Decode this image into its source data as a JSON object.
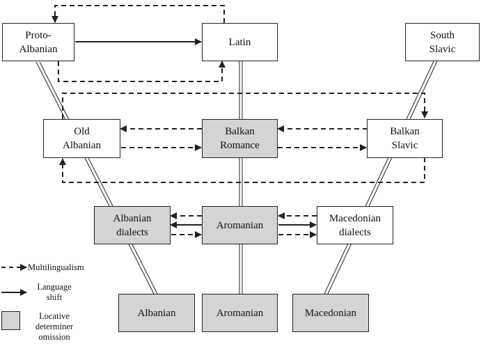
{
  "nodes": {
    "proto_albanian": {
      "label": "Proto-\nAlbanian",
      "shaded": false
    },
    "latin": {
      "label": "Latin",
      "shaded": false
    },
    "south_slavic": {
      "label": "South\nSlavic",
      "shaded": false
    },
    "old_albanian": {
      "label": "Old\nAlbanian",
      "shaded": false
    },
    "balkan_romance": {
      "label": "Balkan\nRomance",
      "shaded": true
    },
    "balkan_slavic": {
      "label": "Balkan\nSlavic",
      "shaded": false
    },
    "albanian_dialects": {
      "label": "Albanian\ndialects",
      "shaded": true
    },
    "aromanian_mid": {
      "label": "Aromanian",
      "shaded": true
    },
    "macedonian_dialects": {
      "label": "Macedonian\ndialects",
      "shaded": false
    },
    "albanian": {
      "label": "Albanian",
      "shaded": true
    },
    "aromanian": {
      "label": "Aromanian",
      "shaded": true
    },
    "macedonian": {
      "label": "Macedonian",
      "shaded": true
    }
  },
  "legend": {
    "multilingualism": "Multilingualism",
    "language_shift": "Language\nshift",
    "locative_omission": "Locative\ndeterminer\nomission"
  },
  "colors": {
    "shaded": "#d4d4d4",
    "line": "#222222",
    "background": "#ffffff"
  }
}
